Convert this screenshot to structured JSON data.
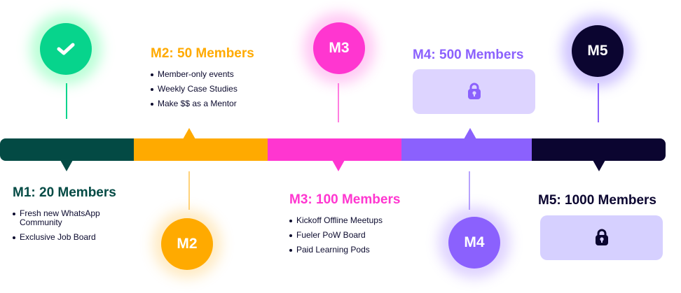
{
  "colors": {
    "m1": "#034a44",
    "m1_circle": "#07d48c",
    "m2": "#ffaa00",
    "m3": "#ff36d0",
    "m4": "#8b61fd",
    "m5": "#0b0530",
    "text_dark": "#0b0a2e",
    "lock_bg": "#ddd4ff"
  },
  "milestones": [
    {
      "id": "M1",
      "circle_label": "",
      "circle_icon": "check-icon",
      "status": "completed",
      "title": "M1: 20 Members",
      "items": [
        "Fresh new WhatsApp Community",
        "Exclusive Job Board"
      ],
      "locked": false
    },
    {
      "id": "M2",
      "circle_label": "M2",
      "status": "upcoming",
      "title": "M2: 50 Members",
      "items": [
        "Member-only events",
        "Weekly Case Studies",
        "Make $$ as a Mentor"
      ],
      "locked": false
    },
    {
      "id": "M3",
      "circle_label": "M3",
      "status": "upcoming",
      "title": "M3: 100 Members",
      "items": [
        "Kickoff Offline Meetups",
        "Fueler PoW Board",
        "Paid Learning Pods"
      ],
      "locked": false
    },
    {
      "id": "M4",
      "circle_label": "M4",
      "status": "locked",
      "title": "M4: 500 Members",
      "items": [],
      "locked": true,
      "lock_icon": "lock-icon"
    },
    {
      "id": "M5",
      "circle_label": "M5",
      "status": "locked",
      "title": "M5: 1000 Members",
      "items": [],
      "locked": true,
      "lock_icon": "lock-icon"
    }
  ]
}
